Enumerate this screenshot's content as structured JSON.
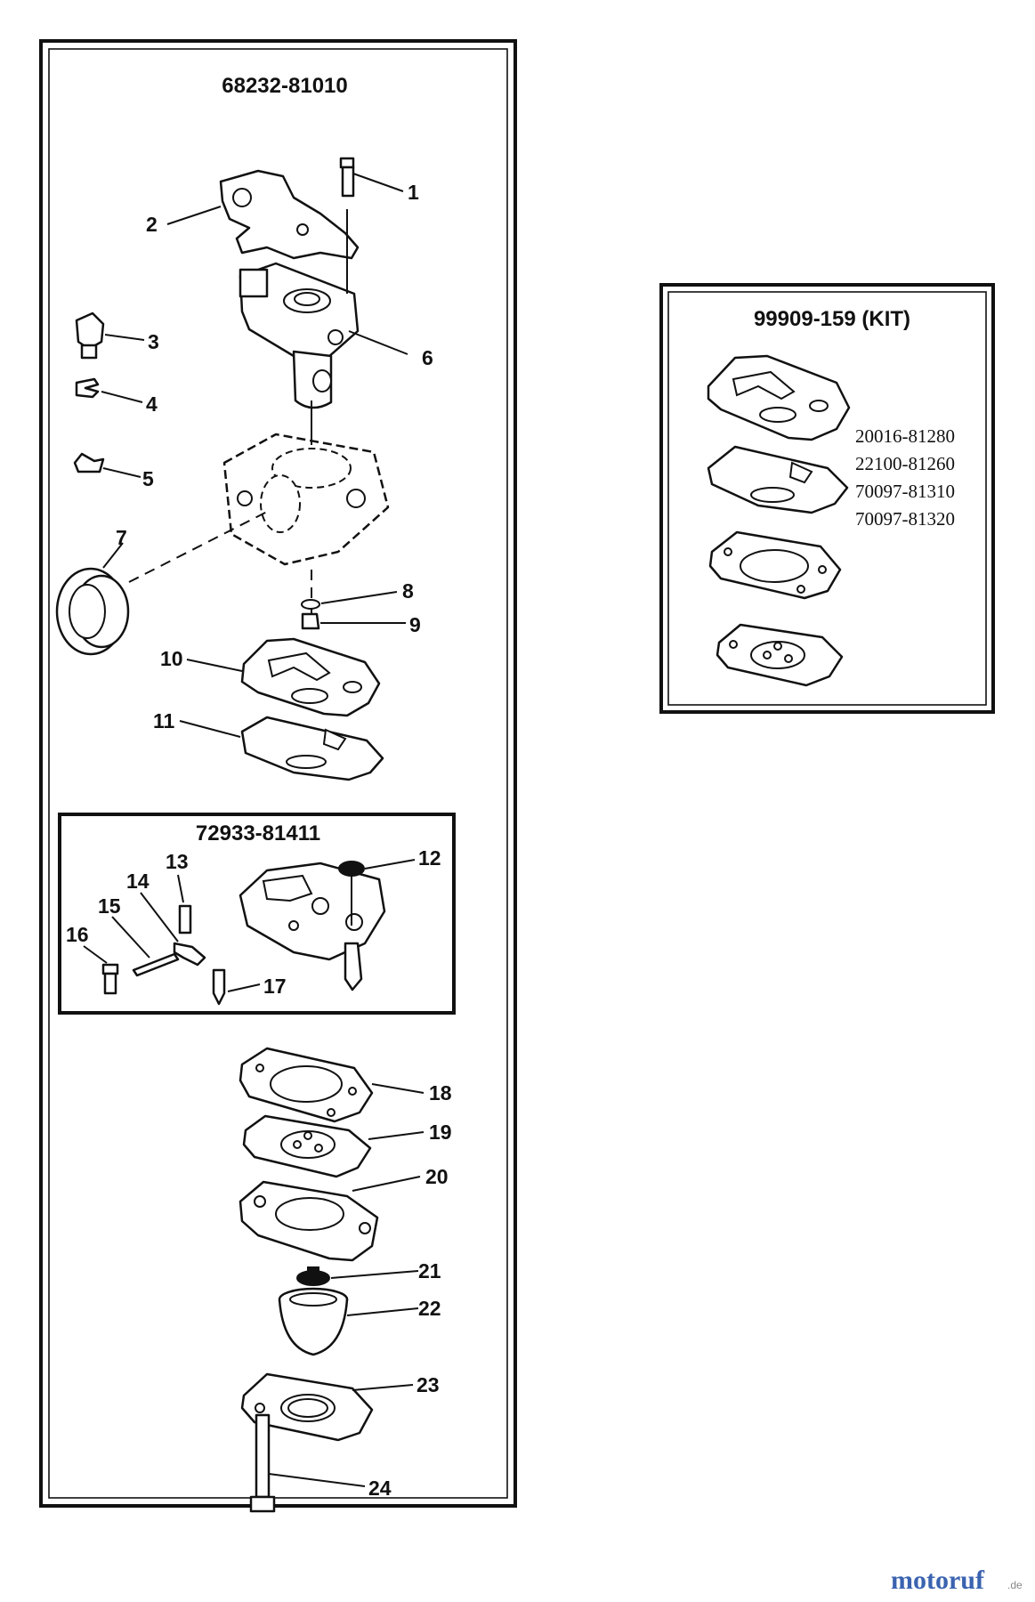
{
  "main_assembly": {
    "part_number": "68232-81010"
  },
  "sub_assembly": {
    "part_number": "72933-81411"
  },
  "kit": {
    "title": "99909-159 (KIT)",
    "contents": [
      "20016-81280",
      "22100-81260",
      "70097-81310",
      "70097-81320"
    ]
  },
  "callouts": [
    "1",
    "2",
    "3",
    "4",
    "5",
    "6",
    "7",
    "8",
    "9",
    "10",
    "11",
    "12",
    "13",
    "14",
    "15",
    "16",
    "17",
    "18",
    "19",
    "20",
    "21",
    "22",
    "23",
    "24"
  ],
  "watermark": {
    "brand": "motoruf",
    "suffix": ".de"
  },
  "colors": {
    "line": "#111111",
    "background": "#ffffff",
    "brand_blue": "#3a63b0",
    "brand_gold": "#d49a2a"
  }
}
